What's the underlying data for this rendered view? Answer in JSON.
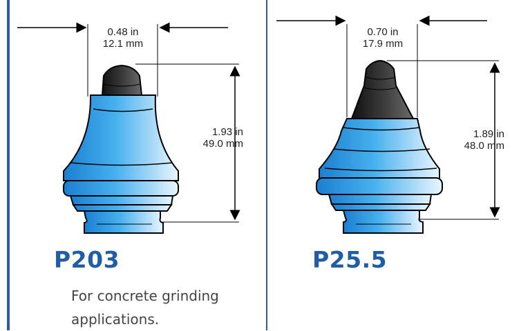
{
  "tools": [
    {
      "model": "P203",
      "width_in": "0.48 in",
      "width_mm": "12.1 mm",
      "height_in": "1.93 in",
      "height_mm": "49.0 mm",
      "description": "For concrete grinding applications."
    },
    {
      "model": "P25.5",
      "width_in": "0.70 in",
      "width_mm": "17.9 mm",
      "height_in": "1.89 in",
      "height_mm": "48.0 mm"
    }
  ],
  "colors": {
    "body_blue": "#3aa3e8",
    "tip_dark": "#2a2a2a",
    "model_text": "#1f5ea5",
    "divider": "#2f5b96"
  }
}
